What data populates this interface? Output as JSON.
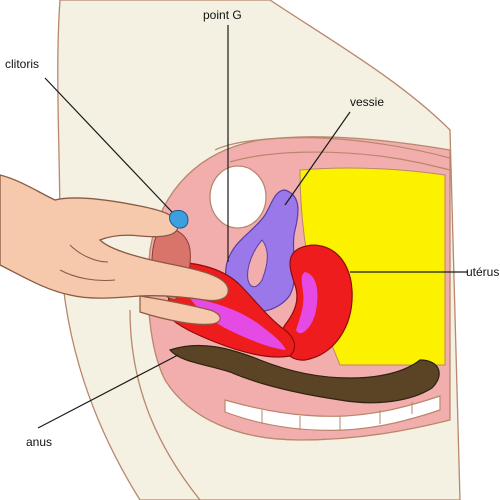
{
  "labels": {
    "clitoris": "clitoris",
    "point_g": "point G",
    "vessie": "vessie",
    "uterus": "utérus",
    "anus": "anus"
  },
  "colors": {
    "skin": "#f6c8ac",
    "skin_outline": "#b9876d",
    "outer_bg": "#f4f0e2",
    "tissue_pink": "#f2aeac",
    "red": "#ee1c1c",
    "magenta": "#e54be4",
    "purple": "#9a78ea",
    "yellow": "#fcf200",
    "brown": "#5a4425",
    "clitoris_blue": "#3b9fe0",
    "line": "#1a1a1a"
  }
}
